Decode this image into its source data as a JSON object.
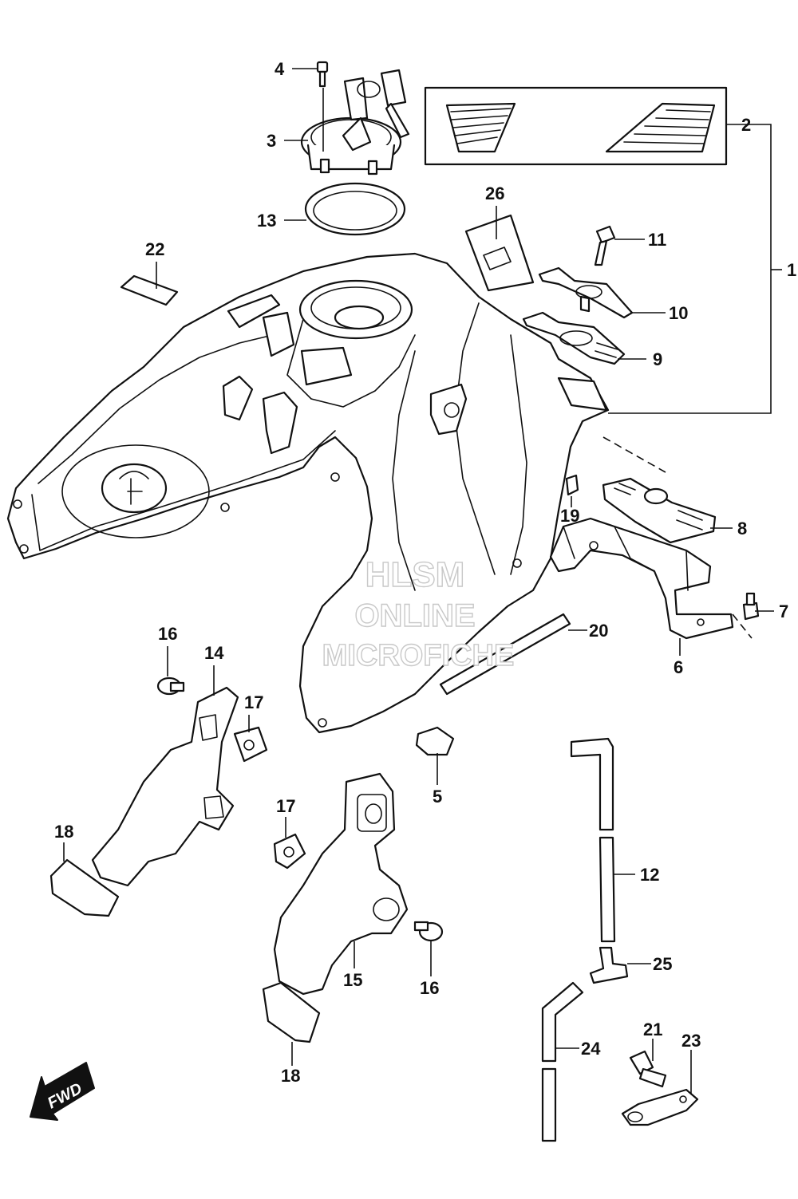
{
  "callouts": [
    "1",
    "2",
    "3",
    "4",
    "5",
    "6",
    "7",
    "8",
    "9",
    "10",
    "11",
    "12",
    "13",
    "14",
    "15",
    "16",
    "16",
    "17",
    "17",
    "18",
    "18",
    "19",
    "20",
    "21",
    "22",
    "23",
    "24",
    "25",
    "26"
  ],
  "watermark": {
    "line1": "HLSM",
    "line2": "ONLINE",
    "line3": "MICROFICHE"
  },
  "direction_arrow": {
    "label": "FWD",
    "icon": "forward-arrow-icon"
  }
}
